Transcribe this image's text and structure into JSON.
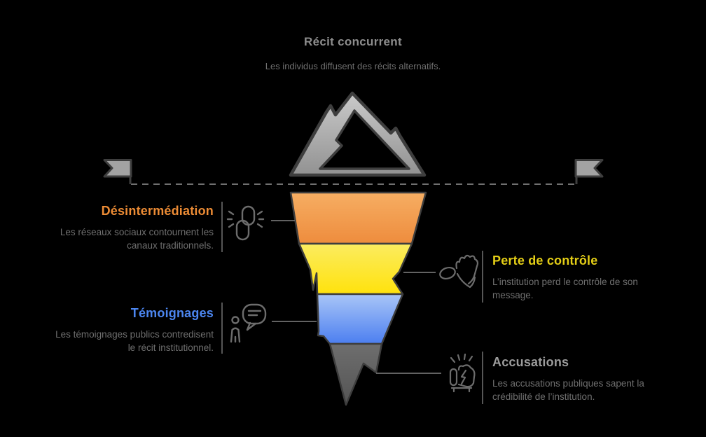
{
  "header": {
    "title": "Récit concurrent",
    "subtitle": "Les individus diffusent des récits alternatifs."
  },
  "summit": {
    "icon": "mountain-icon"
  },
  "waterline": {
    "style": "dashed",
    "left_icon": "flag-icon",
    "right_icon": "flag-icon"
  },
  "layers": [
    {
      "id": "desintermediation",
      "side": "left",
      "label": "Désintermédiation",
      "description": "Les réseaux sociaux contournent les canaux traditionnels.",
      "accent_color": "#ED8C35",
      "segment_color_top": "#F6AE63",
      "segment_color_bottom": "#EE8C3D",
      "icon": "broken-chain-icon"
    },
    {
      "id": "perte-de-controle",
      "side": "right",
      "label": "Perte de contrôle",
      "description": "L’institution perd le contrôle de son message.",
      "accent_color": "#E4CE16",
      "segment_color_top": "#FBEC60",
      "segment_color_bottom": "#FFE20C",
      "icon": "slipping-hand-icon"
    },
    {
      "id": "temoignages",
      "side": "left",
      "label": "Témoignages",
      "description": "Les témoignages publics contredisent le récit institutionnel.",
      "accent_color": "#4C86F0",
      "segment_color_top": "#A9C6F7",
      "segment_color_bottom": "#4C7FF0",
      "icon": "person-speech-icon"
    },
    {
      "id": "accusations",
      "side": "right",
      "label": "Accusations",
      "description": "Les accusations publiques sapent la crédibilité de l’institution.",
      "accent_color": "#9C9C9C",
      "segment_color_top": "#6E6E6E",
      "segment_color_bottom": "#545454",
      "icon": "raised-fist-icon"
    }
  ],
  "colors": {
    "background": "#000000",
    "outline": "#3E3E3E",
    "title_text": "#8D8D8D",
    "muted_text": "#6F6F6F",
    "icon_stroke": "#6C6C6C",
    "connector_line": "#707070",
    "mountain_top": "#CACACA",
    "mountain_bottom": "#929292",
    "flag_fill": "#A3A3A3"
  }
}
